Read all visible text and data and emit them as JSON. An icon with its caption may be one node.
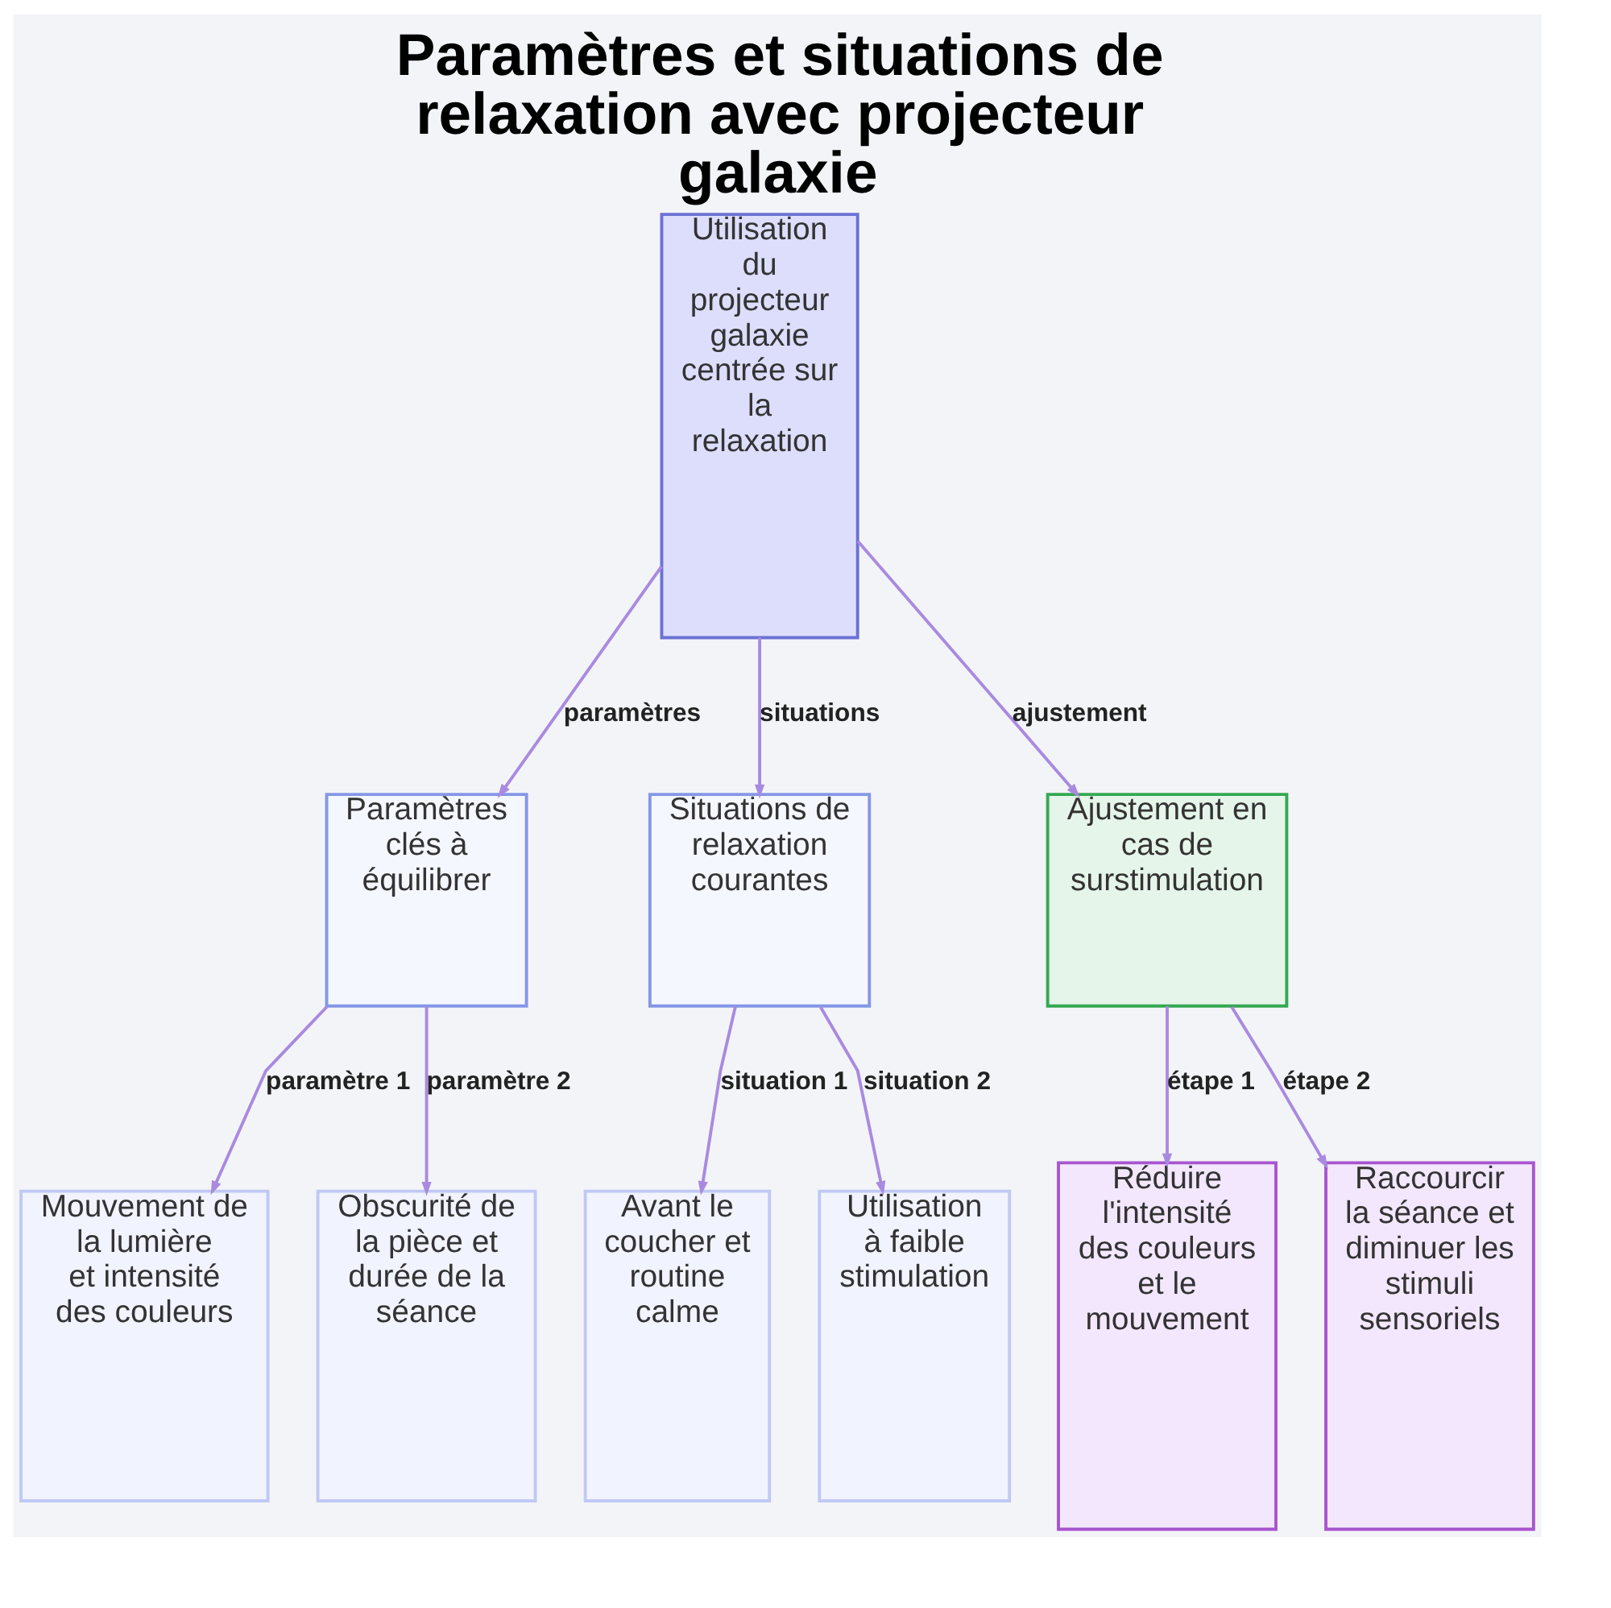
{
  "diagram": {
    "title": "Paramètres et situations de relaxation avec projecteur galaxie",
    "nodes": [
      {
        "text": [
          "Utilisation du projecteur galaxie centrée sur la relaxation"
        ]
      },
      {
        "text": [
          "Paramètres clés à équilibrer"
        ]
      },
      {
        "text": [
          "Situations de relaxation courantes"
        ]
      },
      {
        "text": [
          "Ajustement en cas de surstimulation"
        ]
      },
      {
        "text": [
          "Mouvement de la lumière et intensité des couleurs"
        ]
      },
      {
        "text": [
          "Obscurité de la pièce et durée de la séance"
        ]
      },
      {
        "text": [
          "Avant le coucher et routine calme"
        ]
      },
      {
        "text": [
          "Utilisation à faible stimulation"
        ]
      },
      {
        "text": [
          "Réduire l'intensité des couleurs et le mouvement"
        ]
      },
      {
        "text": [
          "Raccourcir la séance et diminuer les stimuli sensoriels"
        ]
      }
    ],
    "edges": [
      {
        "from": 0,
        "to": 1,
        "arrow": "to",
        "label": "paramètres"
      },
      {
        "from": 0,
        "to": 2,
        "arrow": "to",
        "label": "situations"
      },
      {
        "from": 0,
        "to": 3,
        "arrow": "to",
        "label": "ajustement"
      },
      {
        "from": 1,
        "to": 4,
        "arrow": "to",
        "label": "paramètre 1"
      },
      {
        "from": 1,
        "to": 5,
        "arrow": "to",
        "label": "paramètre 2"
      },
      {
        "from": 2,
        "to": 6,
        "arrow": "to",
        "label": "situation 1"
      },
      {
        "from": 2,
        "to": 7,
        "arrow": "to",
        "label": "situation 2"
      },
      {
        "from": 3,
        "to": 8,
        "arrow": "to",
        "label": "étape 1"
      },
      {
        "from": 3,
        "to": 9,
        "arrow": "to",
        "label": "étape 2"
      }
    ]
  }
}
